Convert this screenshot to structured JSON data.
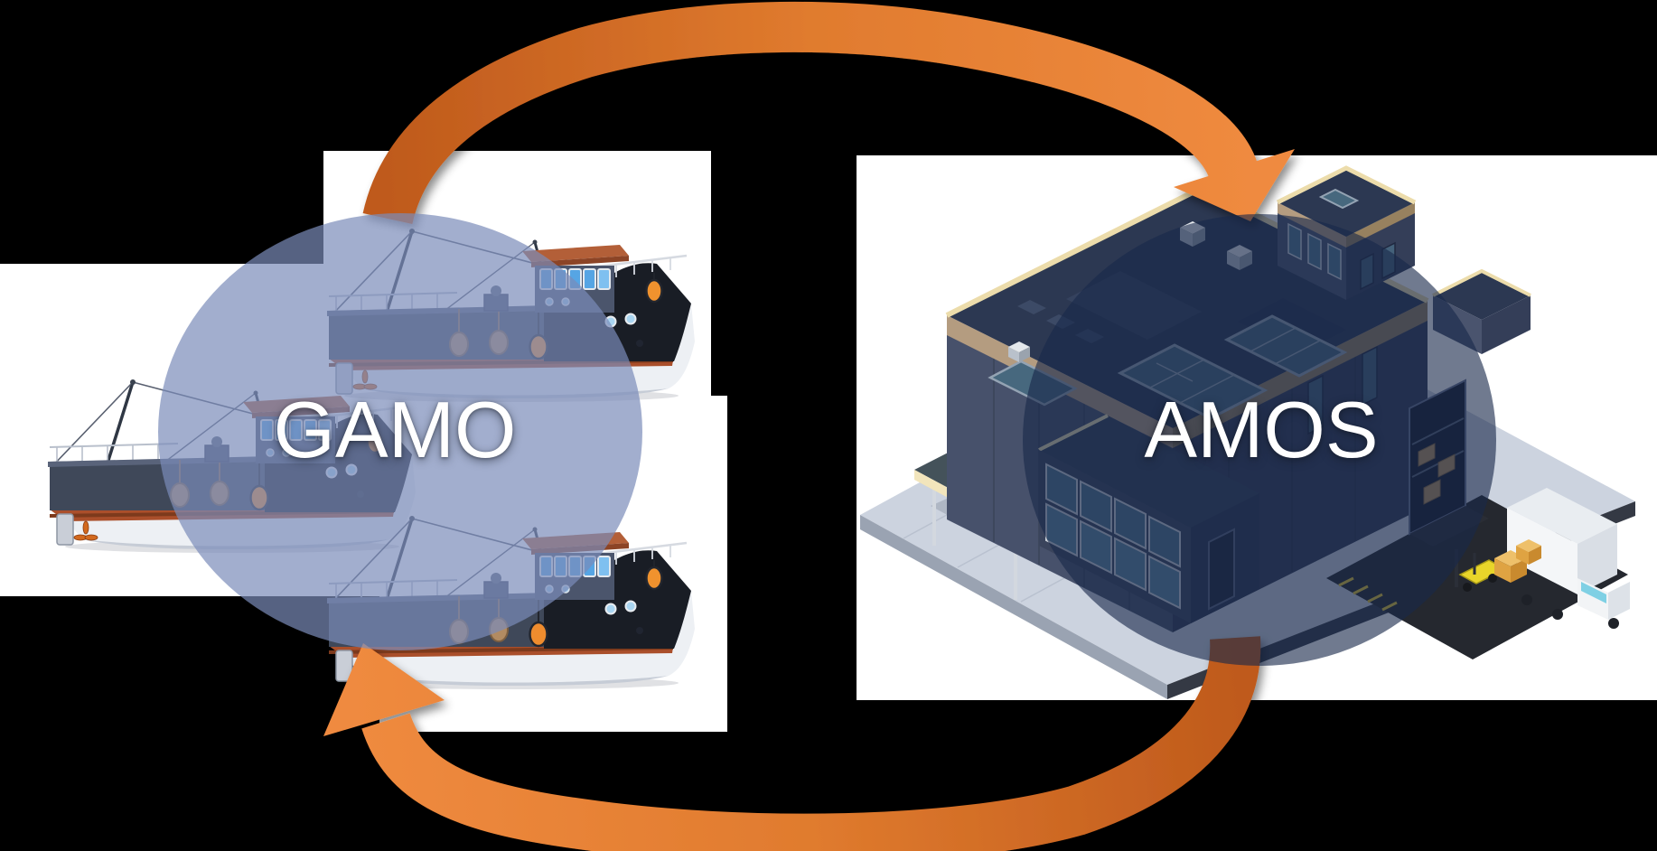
{
  "scene": {
    "background_color": "#000000",
    "label_color": "#ffffff",
    "left_node": {
      "label": "GAMO",
      "entity": "fishing-fleet",
      "boat_count": 3,
      "overlay_fill": "rgba(122,139,185,0.70)"
    },
    "right_node": {
      "label": "AMOS",
      "entity": "warehouse-building",
      "overlay_fill": "rgba(24,40,74,0.62)"
    },
    "cycle_arrows": {
      "count": 2,
      "color_dark": "#bf5a1c",
      "color_mid": "#e07b2e",
      "color_bright": "#ef8a3f"
    }
  }
}
